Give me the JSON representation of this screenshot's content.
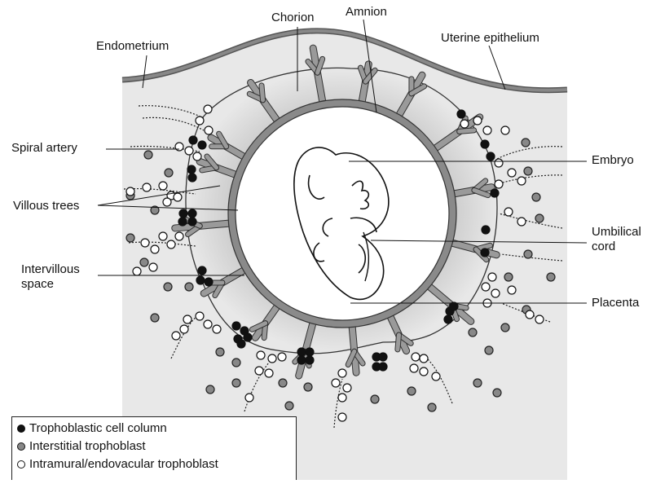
{
  "diagram": {
    "labels": {
      "chorion": "Chorion",
      "amnion": "Amnion",
      "endometrium": "Endometrium",
      "uterine_epithelium": "Uterine epithelium",
      "spiral_artery": "Spiral artery",
      "embryo": "Embryo",
      "villous_trees": "Villous trees",
      "umbilical_cord_line1": "Umbilical",
      "umbilical_cord_line2": "cord",
      "intervillous_line1": "Intervillous",
      "intervillous_line2": "space",
      "placenta": "Placenta"
    },
    "colors": {
      "background_tissue": "#e8e8e8",
      "placenta_shading": "#b8b8b8",
      "villi": "#9a9a9a",
      "chorion_ring": "#8a8a8a",
      "amniotic_cavity": "#ffffff",
      "epithelium": "#6f6f6f",
      "black_cell": "#111111",
      "grey_cell": "#888888",
      "white_cell": "#ffffff"
    }
  },
  "legend": {
    "items": [
      {
        "label": "Trophoblastic cell column",
        "swatch": "#111111"
      },
      {
        "label": "Interstitial trophoblast",
        "swatch": "#888888"
      },
      {
        "label": "Intramural/endovacular trophoblast",
        "swatch": "#ffffff"
      }
    ]
  }
}
